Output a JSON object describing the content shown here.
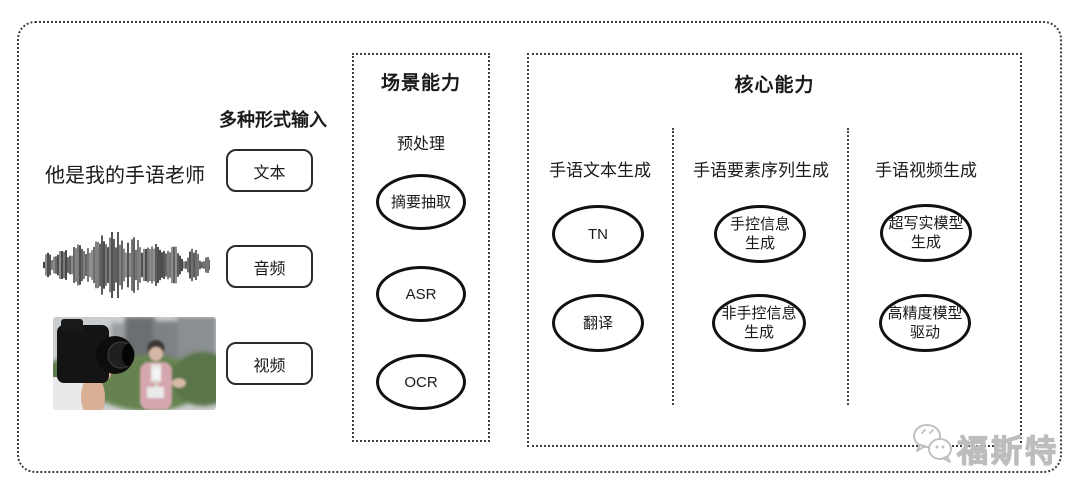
{
  "input_section": {
    "heading": "多种形式输入",
    "sample_text": "他是我的手语老师",
    "input_types": [
      "文本",
      "音频",
      "视频"
    ]
  },
  "scene_box": {
    "title": "场景能力",
    "subtitle": "预处理",
    "nodes": [
      "摘要抽取",
      "ASR",
      "OCR"
    ]
  },
  "core_box": {
    "title": "核心能力",
    "columns": [
      {
        "label": "手语文本生成",
        "nodes": [
          "TN",
          "翻译"
        ]
      },
      {
        "label": "手语要素序列生成",
        "nodes": [
          "手控信息\n生成",
          "非手控信息\n生成"
        ]
      },
      {
        "label": "手语视频生成",
        "nodes": [
          "超写实模型\n生成",
          "高精度模型\n驱动"
        ]
      }
    ]
  },
  "watermark": {
    "text": "福斯特"
  },
  "colors": {
    "frame_border": "#3f3f3f",
    "node_border": "#111111",
    "text": "#1a1a1a",
    "watermark_gray": "#bdbdbd"
  }
}
